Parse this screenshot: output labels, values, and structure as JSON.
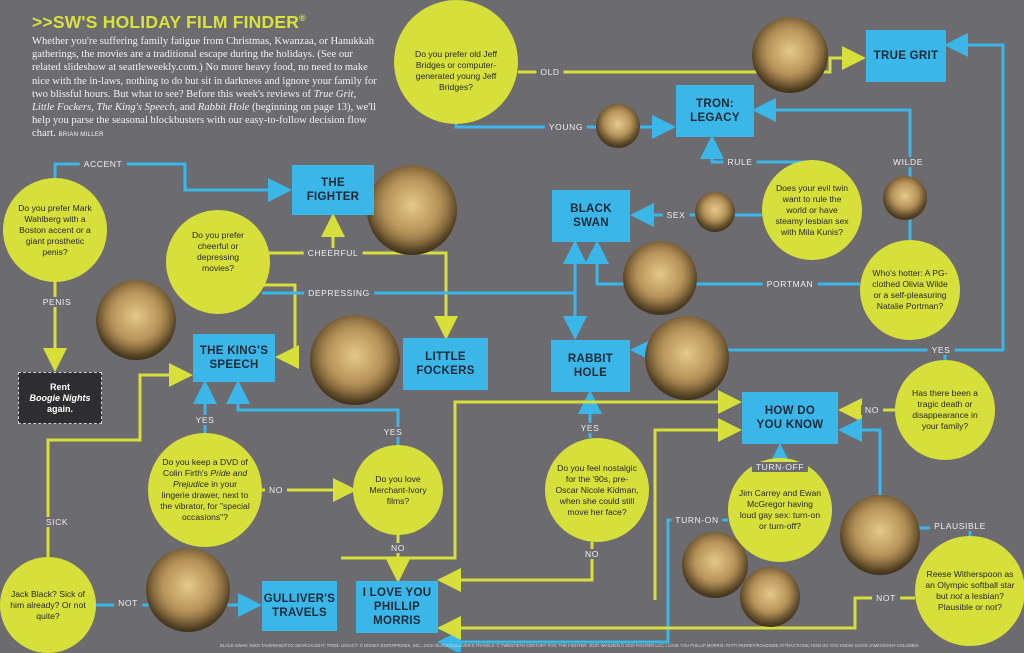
{
  "title": {
    "text": ">>SW'S HOLIDAY FILM FINDER",
    "mark": "®"
  },
  "intro": {
    "p1": "Whether you're suffering family fatigue from Christmas, Kwanzaa, or Hanukkah gatherings, the movies are a traditional escape during the holidays. (See our related slideshow at seattleweekly.com.) No more heavy food, no need to make nice with the in-laws, nothing to do but sit in darkness and ignore your family for two blissful hours. But what to see? Before this week's reviews of ",
    "t1": "True Grit",
    "s1": ", ",
    "t2": "Little Fockers",
    "s2": ", ",
    "t3": "The King's Speech",
    "s3": ", and ",
    "t4": "Rabbit Hole",
    "p2": " (beginning on page 13), we'll help you parse the seasonal blockbusters with our easy-to-follow decision flow chart. ",
    "byline": "BRIAN MILLER"
  },
  "questions": {
    "jeff": "Do you prefer old Jeff Bridges or computer-generated young Jeff Bridges?",
    "wahlberg": "Do you prefer Mark Wahlberg with a Boston accent or a giant prosthetic penis?",
    "cheerful": "Do you prefer cheerful or depressing movies?",
    "evil_twin": "Does your evil twin want to rule the world or have steamy lesbian sex with Mila Kunis?",
    "hotter": "Who's hotter: A PG-clothed Olivia Wilde or a self-pleasuring Natalie Portman?",
    "tragic": "Has there been a tragic death or disappearance in your family?",
    "firth_a": "Do you keep a DVD of Colin Firth's ",
    "firth_b": "Pride and Prejudice",
    "firth_c": " in your lingerie drawer, next to the vibrator, for \"special occasions\"?",
    "merchant": "Do you love Merchant-Ivory films?",
    "kidman": "Do you feel nostalgic for the '90s, pre-Oscar Nicole Kidman, when she could still move her face?",
    "carrey": "Jim Carrey and Ewan McGregor having loud gay sex: turn-on or turn-off?",
    "jack": "Jack Black? Sick of him already? Or not quite?",
    "reese_a": "Reese Witherspoon as an Olympic softball star but ",
    "reese_b": "not",
    "reese_c": " a lesbian? Plausible or not?"
  },
  "films": {
    "true_grit": "TRUE GRIT",
    "tron": "TRON: LEGACY",
    "fighter": "THE FIGHTER",
    "black_swan": "BLACK SWAN",
    "kings_speech": "THE KING'S SPEECH",
    "little_fockers": "LITTLE FOCKERS",
    "rabbit_hole": "RABBIT HOLE",
    "how_do_you_know": "HOW DO YOU KNOW",
    "gullivers": "GULLIVER'S TRAVELS",
    "phillip_morris": "I LOVE YOU PHILLIP MORRIS"
  },
  "rent": {
    "a": "Rent",
    "b": "Boogie Nights",
    "c": "again."
  },
  "labels": {
    "old": "OLD",
    "young": "YOUNG",
    "accent": "ACCENT",
    "penis": "PENIS",
    "cheerful": "CHEERFUL",
    "depressing": "DEPRESSING",
    "rule": "RULE",
    "wilde": "WILDE",
    "sex": "SEX",
    "portman": "PORTMAN",
    "tragic_yes": "YES",
    "tragic_no": "NO",
    "firth_yes": "YES",
    "firth_no": "NO",
    "merchant_yes": "YES",
    "merchant_no": "NO",
    "kidman_yes": "YES",
    "kidman_no": "NO",
    "turn_off": "TURN-OFF",
    "turn_on": "TURN-ON",
    "plausible": "PLAUSIBLE",
    "reese_not": "NOT",
    "sick": "SICK",
    "jack_not": "NOT"
  },
  "credits": "BLACK SWAN: NIKO TAVERNISE/FOX SEARCHLIGHT; TRON: LEGACY: © DISNEY ENTERPRISES, INC.; JACK BLACK/GULLIVER'S TRAVELS: © TWENTIETH CENTURY FOX; THE FIGHTER: JOJO WHILDEN © 2010 FIGHTER LLC; I LOVE YOU PHILLIP MORRIS: PATTI PERRET/ROADSIDE ATTRACTIONS; HOW DO YOU KNOW: DAVID JAMES/SONY-COLUMBIA",
  "colors": {
    "background": "#6c6b70",
    "question": "#d7df3a",
    "film": "#3ab6e8",
    "yellow_path": "#d7df3a",
    "blue_path": "#3ab6e8"
  }
}
